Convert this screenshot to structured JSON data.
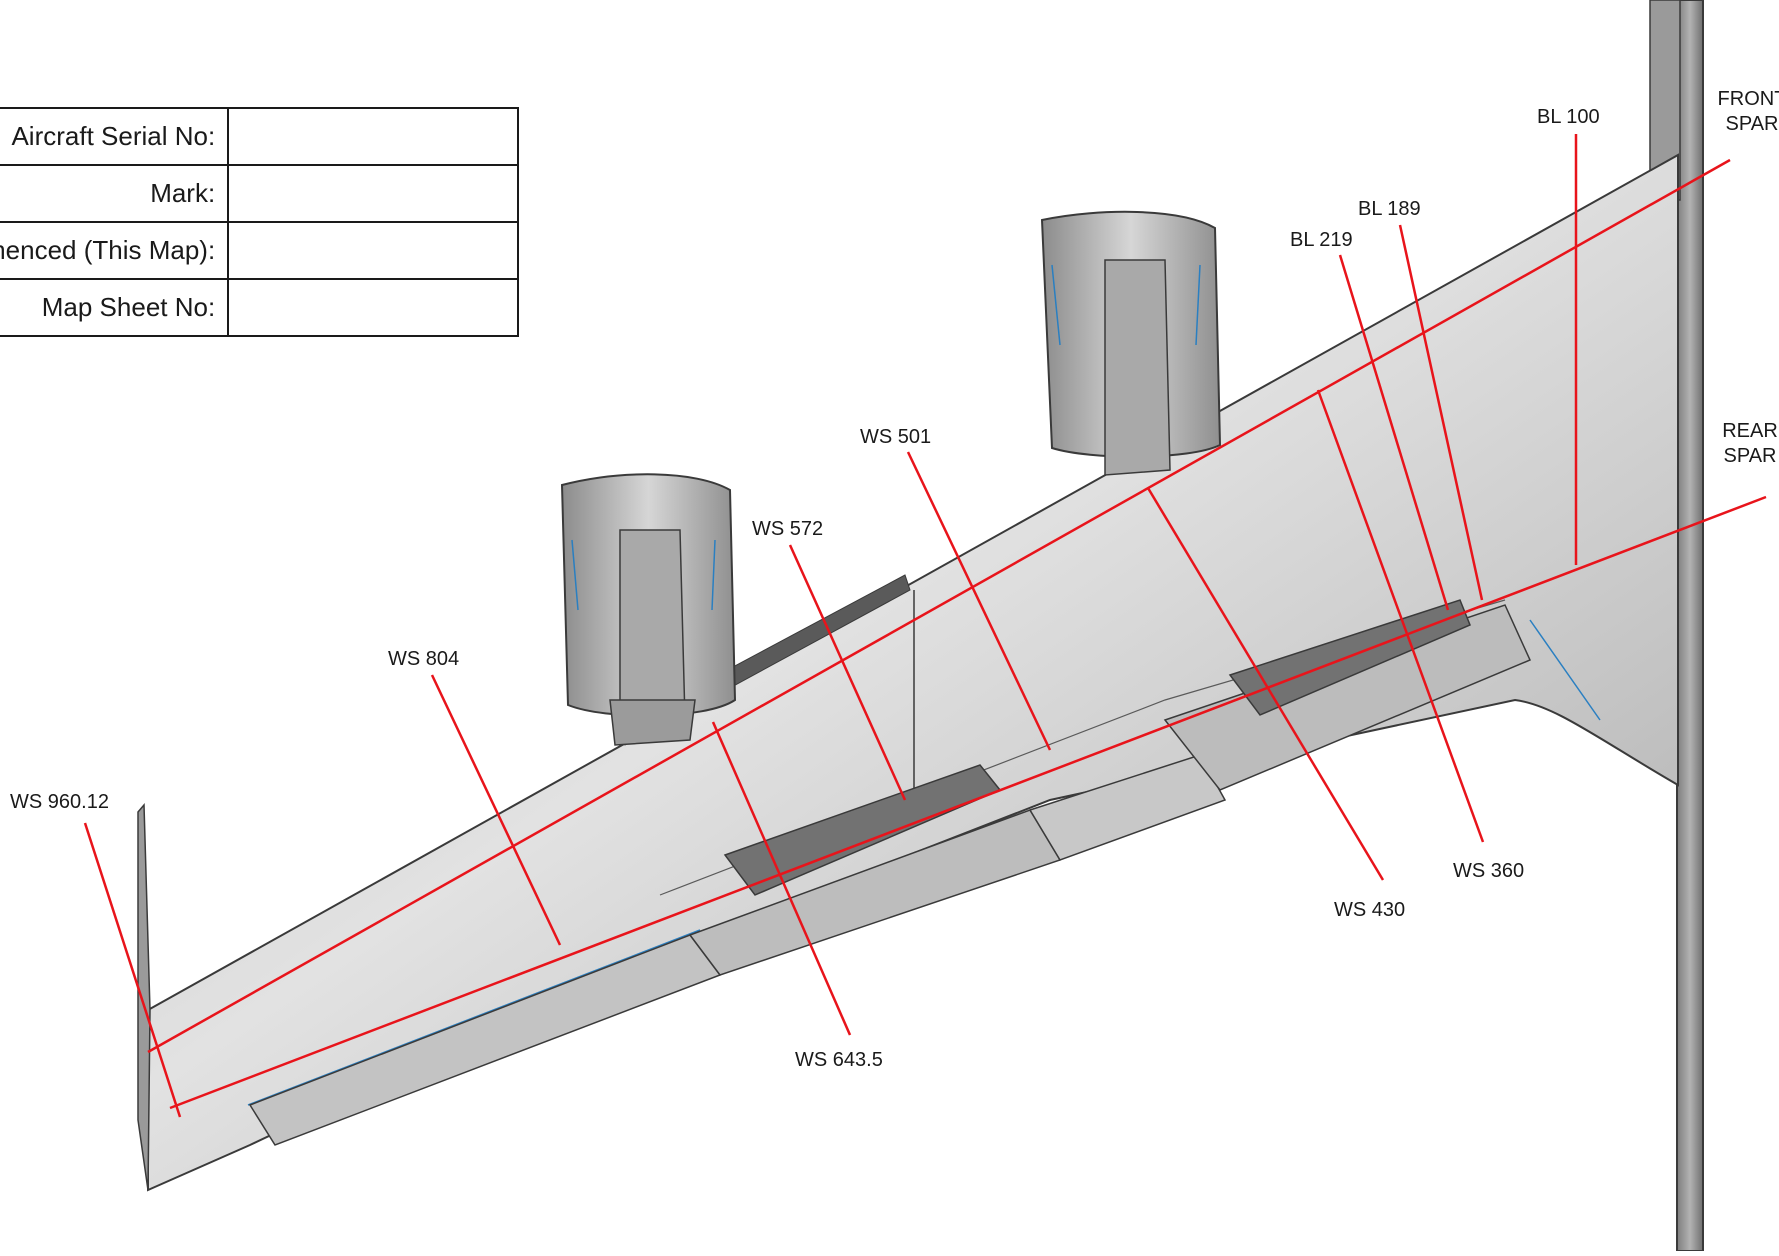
{
  "info_table": {
    "rows": [
      {
        "label": "Aircraft Serial No:",
        "value": ""
      },
      {
        "label": "Mark:",
        "value": ""
      },
      {
        "label": "menced (This Map):",
        "value": ""
      },
      {
        "label": "Map Sheet No:",
        "value": ""
      }
    ]
  },
  "colors": {
    "station_line": "#e8141b",
    "wing_fill": "#c7c7c7",
    "outline": "#3a3a3a",
    "flap_dark": "#6e6e6e",
    "blue_edge": "#2a7fc1"
  },
  "spar_labels": {
    "front_line1": "FRONT",
    "front_line2": "SPAR",
    "rear_line1": "REAR",
    "rear_line2": "SPAR"
  },
  "stations": [
    {
      "id": "ws-960-12",
      "label": "WS 960.12"
    },
    {
      "id": "ws-804",
      "label": "WS 804"
    },
    {
      "id": "ws-643-5",
      "label": "WS 643.5"
    },
    {
      "id": "ws-572",
      "label": "WS 572"
    },
    {
      "id": "ws-501",
      "label": "WS 501"
    },
    {
      "id": "ws-430",
      "label": "WS 430"
    },
    {
      "id": "ws-360",
      "label": "WS 360"
    },
    {
      "id": "bl-219",
      "label": "BL 219"
    },
    {
      "id": "bl-189",
      "label": "BL 189"
    },
    {
      "id": "bl-100",
      "label": "BL 100"
    }
  ]
}
